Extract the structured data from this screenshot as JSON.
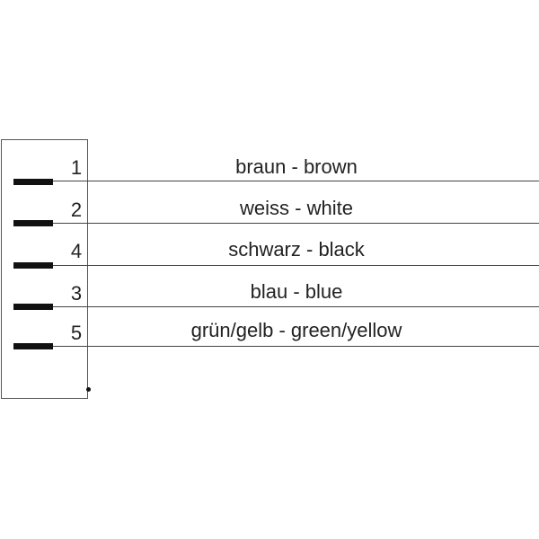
{
  "wires": [
    {
      "pin": "1",
      "label": "braun - brown"
    },
    {
      "pin": "2",
      "label": "weiss - white"
    },
    {
      "pin": "4",
      "label": "schwarz - black"
    },
    {
      "pin": "3",
      "label": "blau - blue"
    },
    {
      "pin": "5",
      "label": "grün/gelb - green/yellow"
    }
  ]
}
